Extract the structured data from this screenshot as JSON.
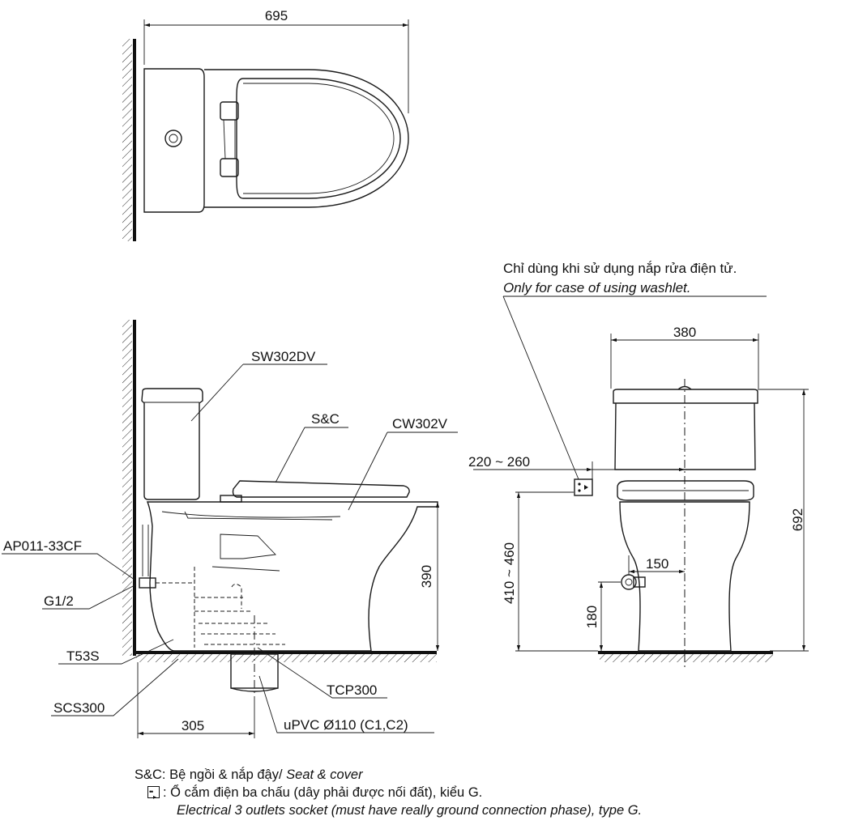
{
  "dimensions": {
    "top_width": "695",
    "front_width": "380",
    "outlet_offset": "220 ~ 260",
    "outlet_height": "410 ~ 460",
    "total_height": "692",
    "water_offset": "150",
    "water_height": "180",
    "seat_height": "390",
    "rough_in": "305"
  },
  "parts": {
    "tank": "SW302DV",
    "seat_cover": "S&C",
    "bowl": "CW302V",
    "valve": "AP011-33CF",
    "thread": "G1/2",
    "t53s": "T53S",
    "scs300": "SCS300",
    "tcp300": "TCP300",
    "pipe": "uPVC Ø110 (C1,C2)"
  },
  "note": {
    "vi": "Chỉ dùng khi sử dụng nắp rửa điện tử.",
    "en": "Only for case of using washlet."
  },
  "legend": {
    "sc_abbr": "S&C:",
    "sc_vi": "Bệ ngồi & nắp đậy/",
    "sc_en": "Seat & cover",
    "socket_vi": ": Ổ cắm điện ba chấu (dây phải được nối đất), kiểu G.",
    "socket_en": "Electrical 3 outlets socket (must have really ground connection phase), type G."
  }
}
